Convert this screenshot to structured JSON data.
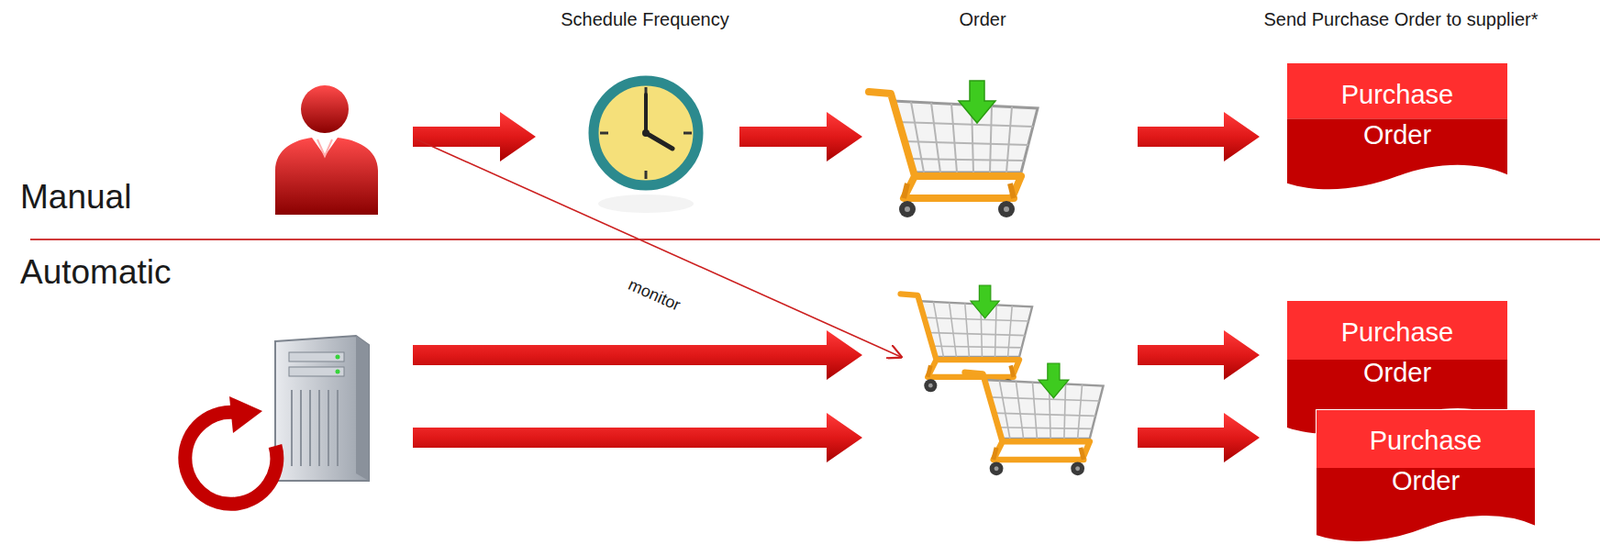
{
  "diagram": {
    "nodes": [
      {
        "text": [
          "Purchase Order"
        ]
      },
      {
        "text": [
          "Purchase Order"
        ]
      },
      {
        "text": [
          "Purchase Order"
        ]
      }
    ],
    "labels": [
      "Schedule Frequency",
      "Order",
      "Send Purchase Order to supplier*",
      "Manual",
      "Automatic",
      "monitor"
    ]
  }
}
